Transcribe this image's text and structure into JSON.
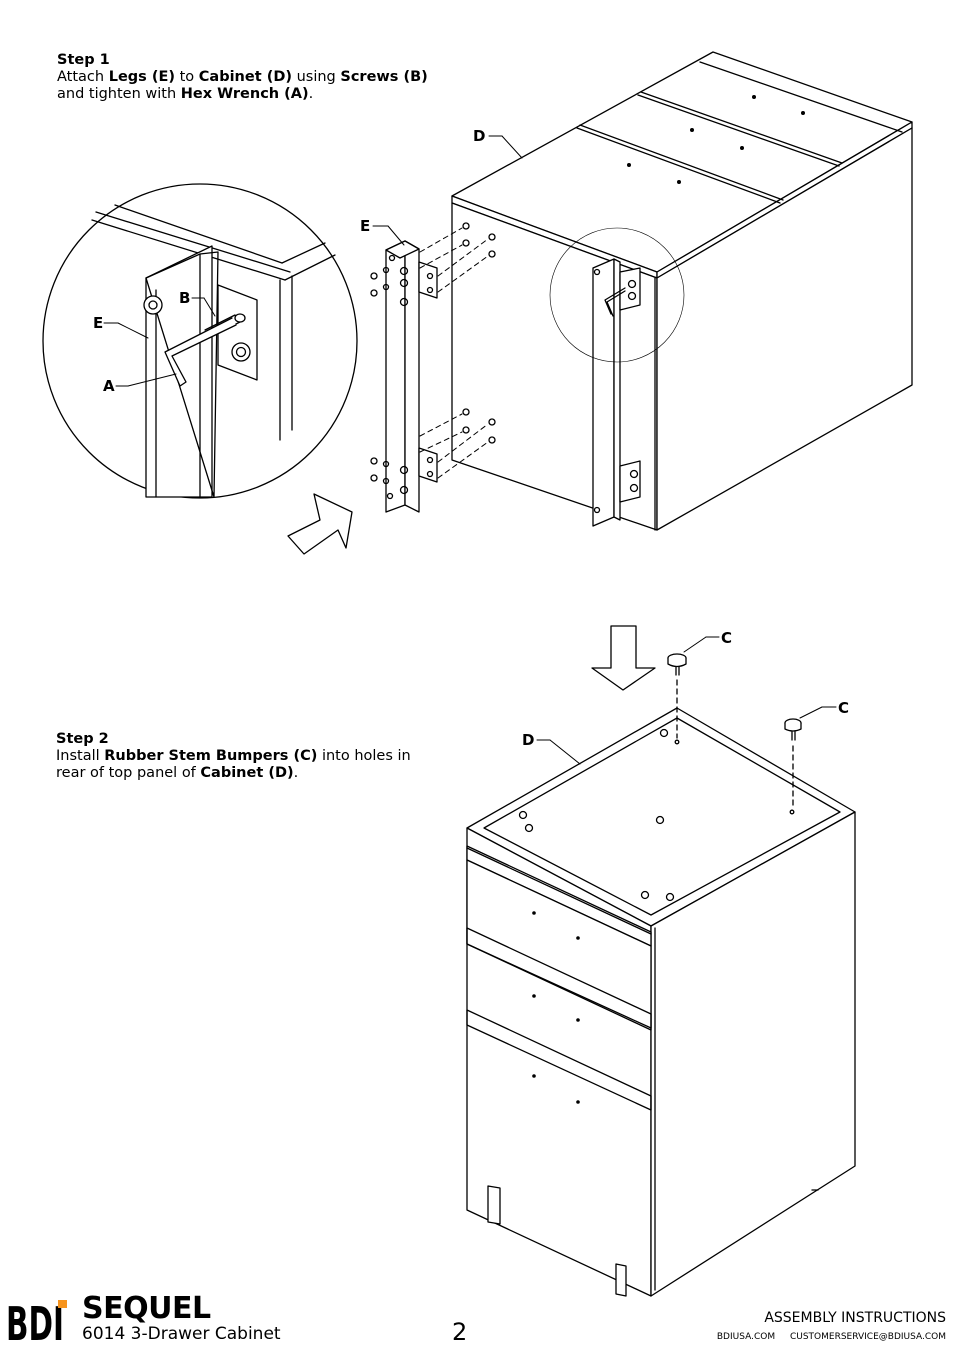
{
  "step1": {
    "title": "Step 1",
    "parts": [
      {
        "text": "Attach ",
        "bold": false
      },
      {
        "text": "Legs (E)",
        "bold": true
      },
      {
        "text": " to ",
        "bold": false
      },
      {
        "text": "Cabinet (D)",
        "bold": true
      },
      {
        "text": " using ",
        "bold": false
      },
      {
        "text": "Screws (B)",
        "bold": true
      },
      {
        "text": " and tighten with ",
        "bold": false
      },
      {
        "text": "Hex Wrench (A)",
        "bold": true
      },
      {
        "text": ".",
        "bold": false
      }
    ]
  },
  "step2": {
    "title": "Step 2",
    "parts": [
      {
        "text": "Install ",
        "bold": false
      },
      {
        "text": "Rubber Stem Bumpers (C)",
        "bold": true
      },
      {
        "text": " into holes in rear of top panel of ",
        "bold": false
      },
      {
        "text": "Cabinet (D)",
        "bold": true
      },
      {
        "text": ".",
        "bold": false
      }
    ]
  },
  "callouts": {
    "a": "A",
    "b": "B",
    "c": "C",
    "d": "D",
    "e": "E"
  },
  "footer": {
    "logo_text": "BDI",
    "logo_accent_color": "#f7941d",
    "brand": "SEQUEL",
    "product": "6014 3-Drawer Cabinet",
    "page_number": "2",
    "doc_type": "ASSEMBLY INSTRUCTIONS",
    "website": "BDIUSA.COM",
    "email": "CUSTOMERSERVICE@BDIUSA.COM"
  }
}
